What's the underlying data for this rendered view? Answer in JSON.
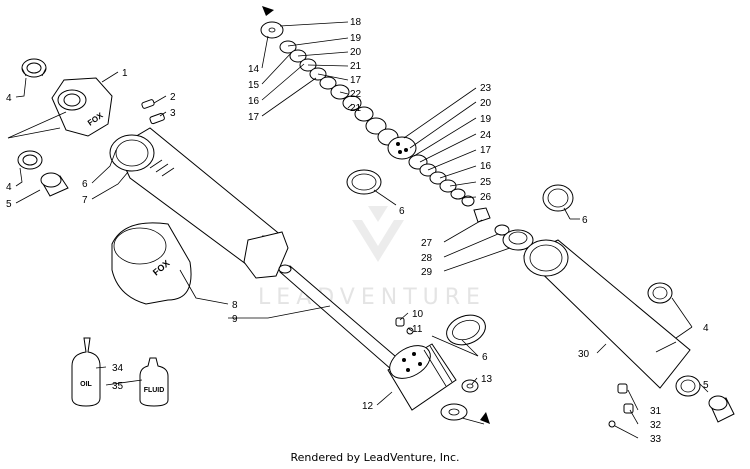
{
  "footer": "Rendered by LeadVenture, Inc.",
  "watermark": "LEADVENTURE",
  "bottles": {
    "oil": "OIL",
    "fluid": "FLUID"
  },
  "callouts": [
    {
      "n": "1"
    },
    {
      "n": "2"
    },
    {
      "n": "3"
    },
    {
      "n": "4"
    },
    {
      "n": "4"
    },
    {
      "n": "5"
    },
    {
      "n": "6"
    },
    {
      "n": "7"
    },
    {
      "n": "8"
    },
    {
      "n": "9"
    },
    {
      "n": "10"
    },
    {
      "n": "11"
    },
    {
      "n": "6"
    },
    {
      "n": "13"
    },
    {
      "n": "12"
    },
    {
      "n": "34"
    },
    {
      "n": "35"
    },
    {
      "n": "18"
    },
    {
      "n": "14"
    },
    {
      "n": "19"
    },
    {
      "n": "15"
    },
    {
      "n": "20"
    },
    {
      "n": "16"
    },
    {
      "n": "21"
    },
    {
      "n": "17"
    },
    {
      "n": "17"
    },
    {
      "n": "22"
    },
    {
      "n": "21"
    },
    {
      "n": "23"
    },
    {
      "n": "20"
    },
    {
      "n": "19"
    },
    {
      "n": "24"
    },
    {
      "n": "17"
    },
    {
      "n": "16"
    },
    {
      "n": "25"
    },
    {
      "n": "26"
    },
    {
      "n": "6"
    },
    {
      "n": "27"
    },
    {
      "n": "28"
    },
    {
      "n": "29"
    },
    {
      "n": "6"
    },
    {
      "n": "4"
    },
    {
      "n": "30"
    },
    {
      "n": "5"
    },
    {
      "n": "31"
    },
    {
      "n": "32"
    },
    {
      "n": "33"
    }
  ]
}
